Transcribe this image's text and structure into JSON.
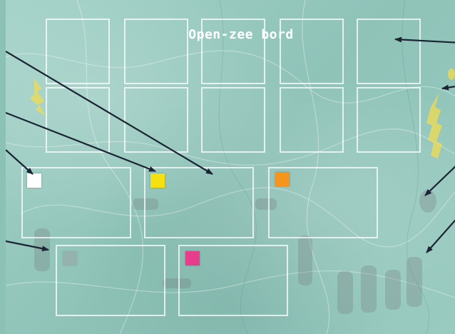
{
  "board": {
    "title": "Open-zee bord",
    "top_slots": 10,
    "bottom_slots": 5
  },
  "player_markers": [
    {
      "name": "white",
      "color": "#ffffff"
    },
    {
      "name": "yellow",
      "color": "#f4e10f"
    },
    {
      "name": "orange",
      "color": "#f7941d"
    },
    {
      "name": "gray",
      "color": "#9a9aa0"
    },
    {
      "name": "pink",
      "color": "#e83c8c"
    }
  ],
  "colors": {
    "arrow": "#1a2433",
    "background": "#9ec9c0",
    "slot_border": "#ffffff"
  }
}
